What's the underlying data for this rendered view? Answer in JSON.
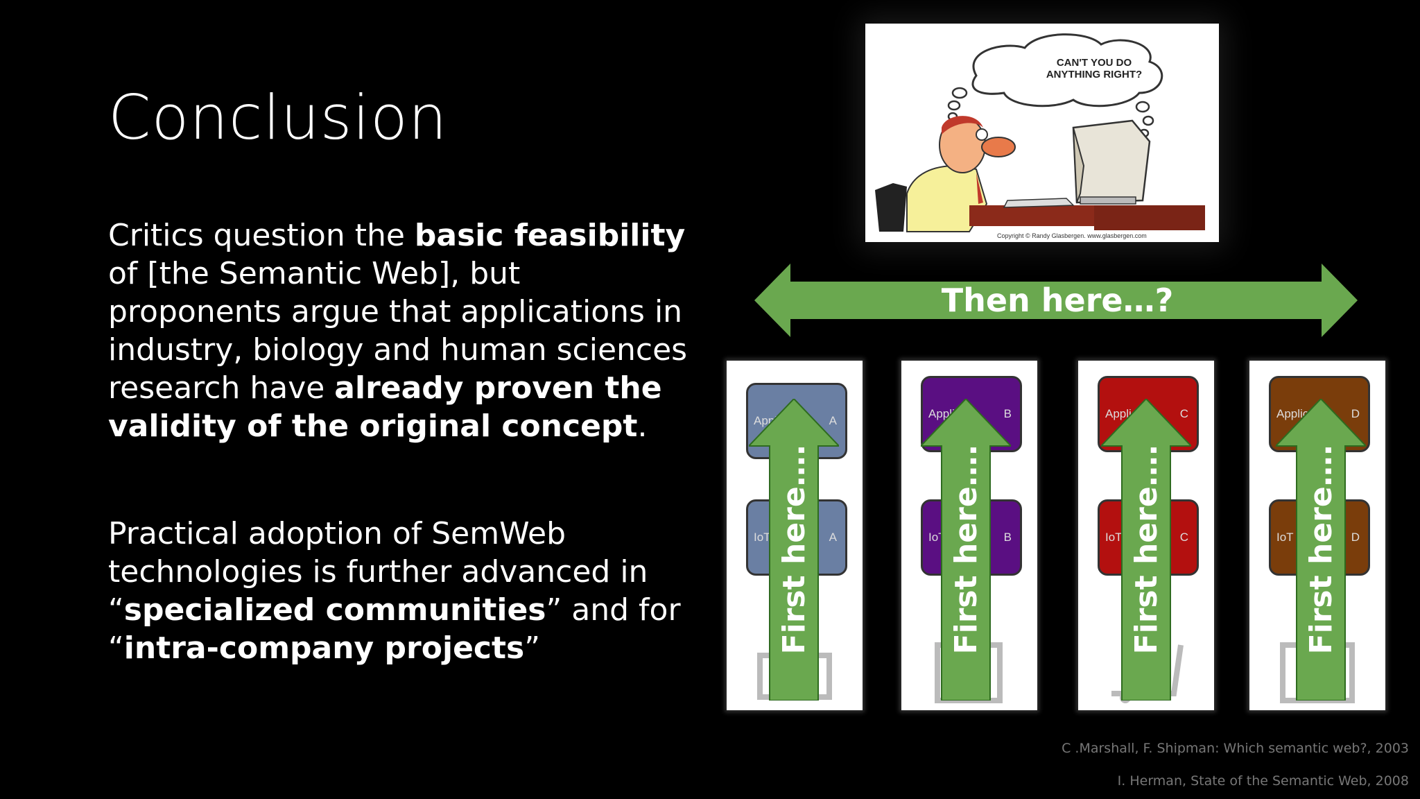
{
  "slide": {
    "title": "Conclusion",
    "paragraph1": {
      "t1": "Critics question the ",
      "b1": "basic feasibility",
      "t2": " of [the Semantic Web], but proponents argue that applications in industry, biology and human sciences research have ",
      "b2": "already proven the validity of the original concept",
      "t3": "."
    },
    "paragraph2": {
      "t1": "Practical adoption of SemWeb technologies is further advanced in “",
      "b1": "specialized communities",
      "t2": "” and for “",
      "b2": "intra-company projects",
      "t3": "”"
    },
    "cartoon": {
      "bubble_line1": "CAN'T YOU DO",
      "bubble_line2": "ANYTHING RIGHT?",
      "copyright": "Copyright © Randy Glasbergen.    www.glasbergen.com"
    },
    "diagram": {
      "top_arrow_label": "Then here…?",
      "columns": [
        {
          "app_left": "Appl",
          "app_right": "A",
          "iot_left": "IoT",
          "iot_right": "A",
          "arrow_label": "First here….",
          "color": "#6a7fa3"
        },
        {
          "app_left": "Applic",
          "app_right": "B",
          "iot_left": "IoT",
          "iot_right": "B",
          "arrow_label": "First here….",
          "color": "#5a0f82"
        },
        {
          "app_left": "Applic",
          "app_right": "C",
          "iot_left": "IoT",
          "iot_right": "C",
          "arrow_label": "First here….",
          "color": "#b3100f"
        },
        {
          "app_left": "Applica",
          "app_right": "D",
          "iot_left": "IoT S",
          "iot_right": "D",
          "arrow_label": "First here….",
          "color": "#7a3d0b"
        }
      ],
      "arrow_color": "#6aa84f"
    },
    "citations": [
      "C .Marshall, F.  Shipman: Which semantic web?, 2003",
      "I. Herman, State of the Semantic Web, 2008"
    ]
  }
}
